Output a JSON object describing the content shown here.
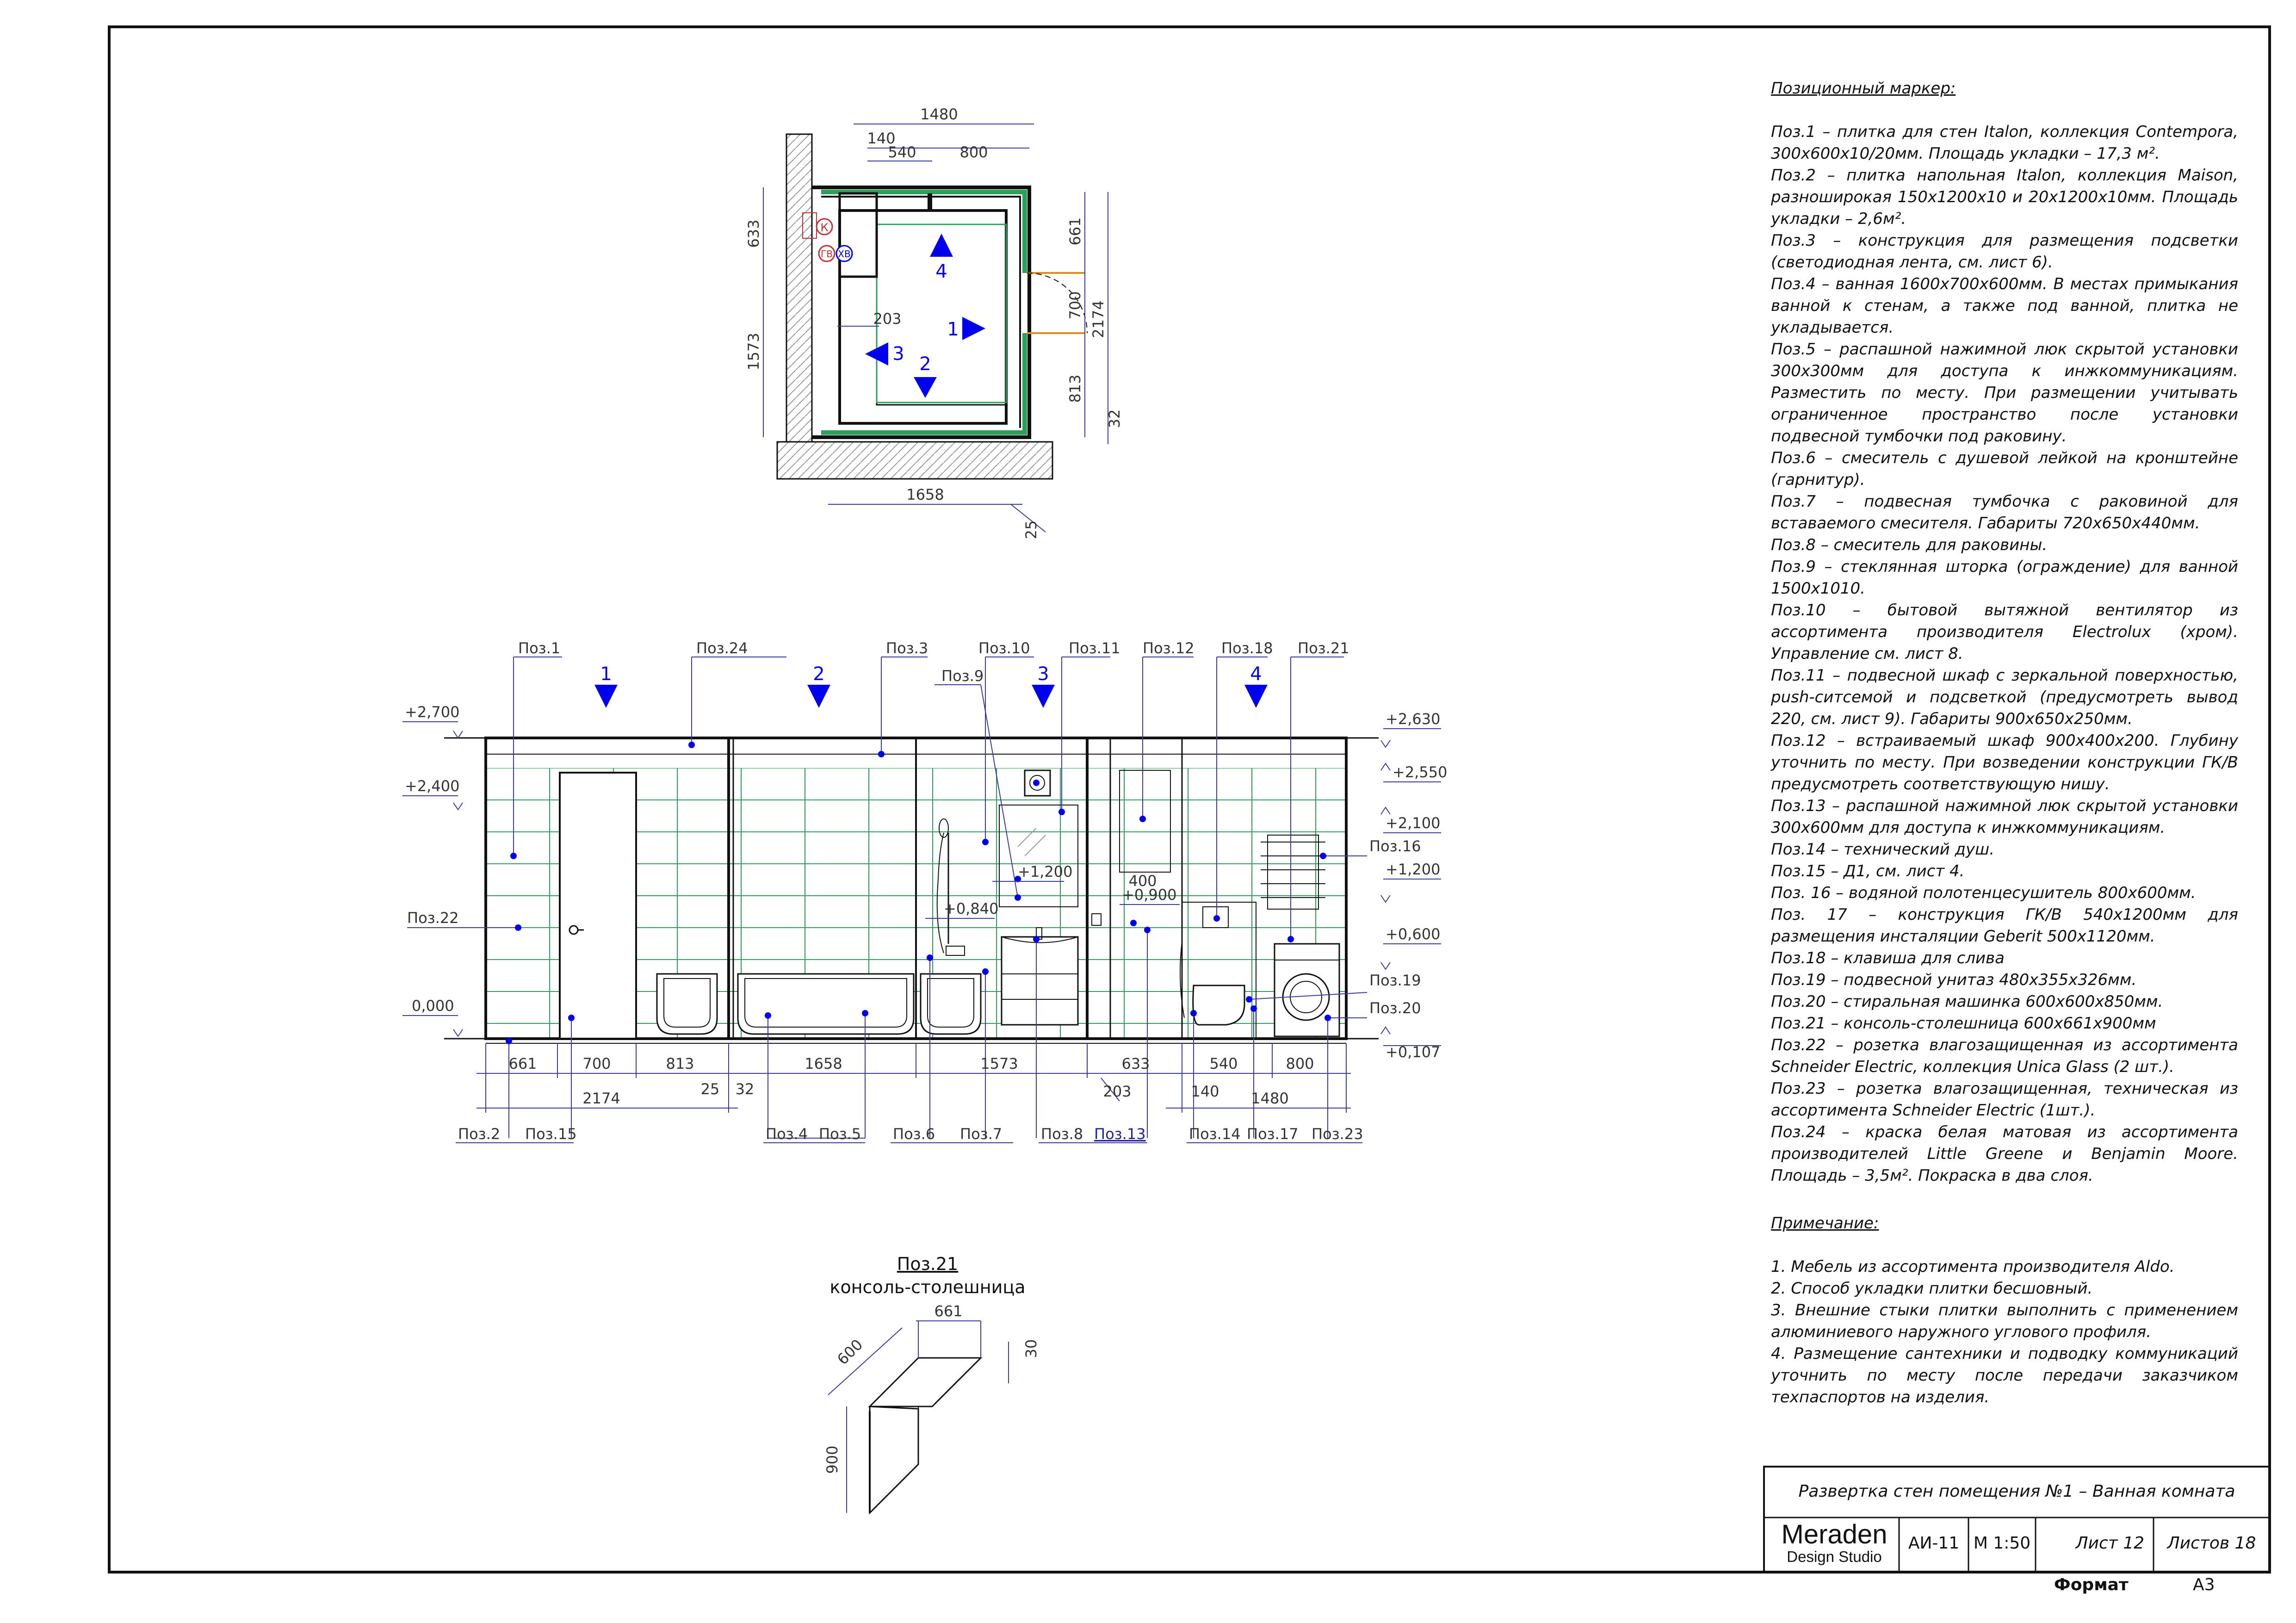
{
  "plan": {
    "dims": {
      "top_total": "1480",
      "top_a": "140",
      "top_b": "540",
      "top_c": "800",
      "left_a": "633",
      "left_b": "1573",
      "right_a": "661",
      "right_b": "700",
      "right_c": "813",
      "right_total": "2174",
      "right_d": "32",
      "bottom": "1658",
      "bottom_b": "25",
      "inner": "203"
    },
    "markers": {
      "m1": "1",
      "m2": "2",
      "m3": "3",
      "m4": "4"
    },
    "symbols": {
      "k": "К",
      "gv": "ГВ",
      "hv": "ХВ"
    }
  },
  "elev": {
    "walls": {
      "w1": "1",
      "w2": "2",
      "w3": "3",
      "w4": "4"
    },
    "levels": {
      "l2700": "+2,700",
      "l2400": "+2,400",
      "l0": "0,000",
      "l2630": "+2,630",
      "l2550": "+2,550",
      "l2100": "+2,100",
      "l1200r": "+1,200",
      "l600": "+0,600",
      "l107": "+0,107",
      "l1200c": "+1,200",
      "l840": "+0,840",
      "l900": "+0,900"
    },
    "tags_top": {
      "p1": "Поз.1",
      "p24": "Поз.24",
      "p3": "Поз.3",
      "p10": "Поз.10",
      "p11": "Поз.11",
      "p12": "Поз.12",
      "p18": "Поз.18",
      "p21": "Поз.21",
      "p9": "Поз.9"
    },
    "tags_side": {
      "p22": "Поз.22",
      "p16": "Поз.16",
      "p19": "Поз.19",
      "p20": "Поз.20"
    },
    "tags_bottom": {
      "p2": "Поз.2",
      "p15": "Поз.15",
      "p4": "Поз.4",
      "p5": "Поз.5",
      "p6": "Поз.6",
      "p7": "Поз.7",
      "p8": "Поз.8",
      "p13": "Поз.13",
      "p14": "Поз.14",
      "p17": "Поз.17",
      "p23": "Поз.23"
    },
    "dims": {
      "d661": "661",
      "d700": "700",
      "d813": "813",
      "d2174": "2174",
      "d25": "25",
      "d32": "32",
      "d1658": "1658",
      "d1573": "1573",
      "d633": "633",
      "d203": "203",
      "d540": "540",
      "d800": "800",
      "d140": "140",
      "d1480": "1480",
      "d400": "400"
    }
  },
  "detail": {
    "title": "Поз.21",
    "subtitle": "консоль-столешница",
    "d661": "661",
    "d600": "600",
    "d30": "30",
    "d900": "900"
  },
  "notes": {
    "heading": "Позиционный маркер:",
    "items": [
      "Поз.1 – плитка для стен Italon, коллекция Contempora, 300х600х10/20мм. Площадь укладки – 17,3 м².",
      "Поз.2 – плитка напольная Italon, коллекция Maison, разноширокая 150х1200х10 и 20х1200х10мм. Площадь укладки – 2,6м².",
      "Поз.3 – конструкция для размещения подсветки (светодиодная лента, см. лист 6).",
      "Поз.4 – ванная 1600х700х600мм. В местах примыкания ванной к стенам, а также под ванной, плитка не укладывается.",
      "Поз.5 – распашной нажимной люк скрытой установки 300х300мм для доступа к инжкоммуникациям. Разместить по месту. При размещении учитывать ограниченное пространство после установки подвесной тумбочки под раковину.",
      "Поз.6 – смеситель с душевой лейкой на кронштейне (гарнитур).",
      "Поз.7 – подвесная тумбочка с раковиной для вставаемого смесителя. Габариты 720х650х440мм.",
      "Поз.8 – смеситель для раковины.",
      "Поз.9 – стеклянная шторка (ограждение) для ванной 1500х1010.",
      "Поз.10 – бытовой вытяжной вентилятор из ассортимента производителя Electrolux (хром). Управление см. лист 8.",
      "Поз.11 – подвесной шкаф с зеркальной поверхностью, push-ситсемой и подсветкой (предусмотреть вывод 220, см. лист 9). Габариты 900х650х250мм.",
      "Поз.12 – встраиваемый шкаф 900х400х200. Глубину уточнить по месту. При возведении конструкции ГК/В предусмотреть соответствующую нишу.",
      "Поз.13 – распашной нажимной люк скрытой установки 300х600мм для доступа к инжкоммуникациям.",
      "Поз.14 – технический душ.",
      "Поз.15 – Д1, см. лист 4.",
      "Поз. 16 – водяной полотенцесушитель 800х600мм.",
      "Поз. 17 – конструкция ГК/В 540х1200мм для размещения инсталяции Geberit 500х1120мм.",
      "Поз.18 – клавиша для слива",
      "Поз.19 – подвесной унитаз 480х355х326мм.",
      "Поз.20 – стиральная машинка 600х600х850мм.",
      "Поз.21 – консоль-столешница 600х661х900мм",
      "Поз.22 – розетка влагозащищенная из ассортимента Schneider Electric, коллекция Unica Glass (2 шт.).",
      "Поз.23 – розетка влагозащищенная, техническая из ассортимента Schneider Electric (1шт.).",
      "Поз.24 – краска белая матовая из ассортимента производителей Little Greene и Benjamin Moore. Площадь – 3,5м². Покраска в два слоя."
    ],
    "note_heading": "Примечание:",
    "note_items": [
      "1. Мебель из ассортимента производителя Aldo.",
      "2. Способ укладки плитки бесшовный.",
      "3. Внешние стыки плитки выполнить с применением алюминиевого наружного углового профиля.",
      "4. Размещение сантехники и подводку коммуникаций уточнить по месту после передачи заказчиком техпаспортов на изделия."
    ]
  },
  "title_block": {
    "title": "Развертка стен помещения №1 – Ванная комната",
    "logo_main": "Meraden",
    "logo_sub": "Design Studio",
    "code": "АИ-11",
    "scale": "М 1:50",
    "sheet": "Лист 12",
    "sheets": "Листов 18",
    "format_label": "Формат",
    "format_value": "А3"
  },
  "colors": {
    "blue": "#0000ee",
    "green": "#2aa05a",
    "orange": "#e08a1e",
    "line": "#111111"
  }
}
